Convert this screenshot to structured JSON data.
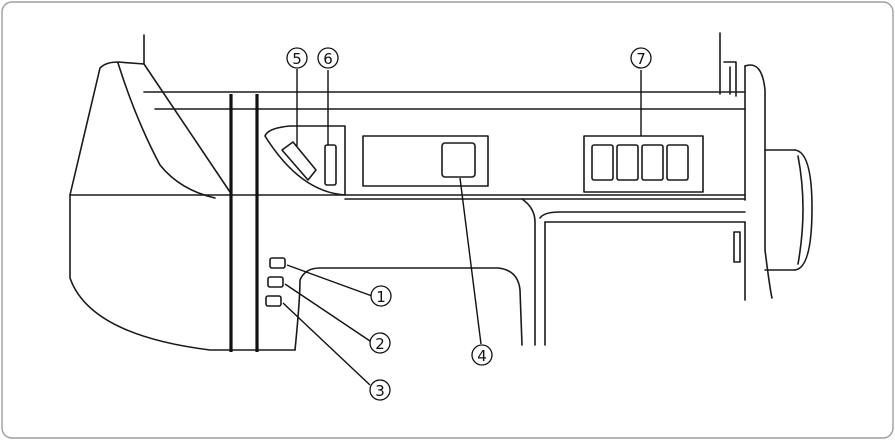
{
  "callouts": {
    "c1": "1",
    "c2": "2",
    "c3": "3",
    "c4": "4",
    "c5": "5",
    "c6": "6",
    "c7": "7"
  },
  "colors": {
    "frame": "#9e9e9e",
    "line": "#1a1a1a",
    "background": "#ffffff"
  }
}
